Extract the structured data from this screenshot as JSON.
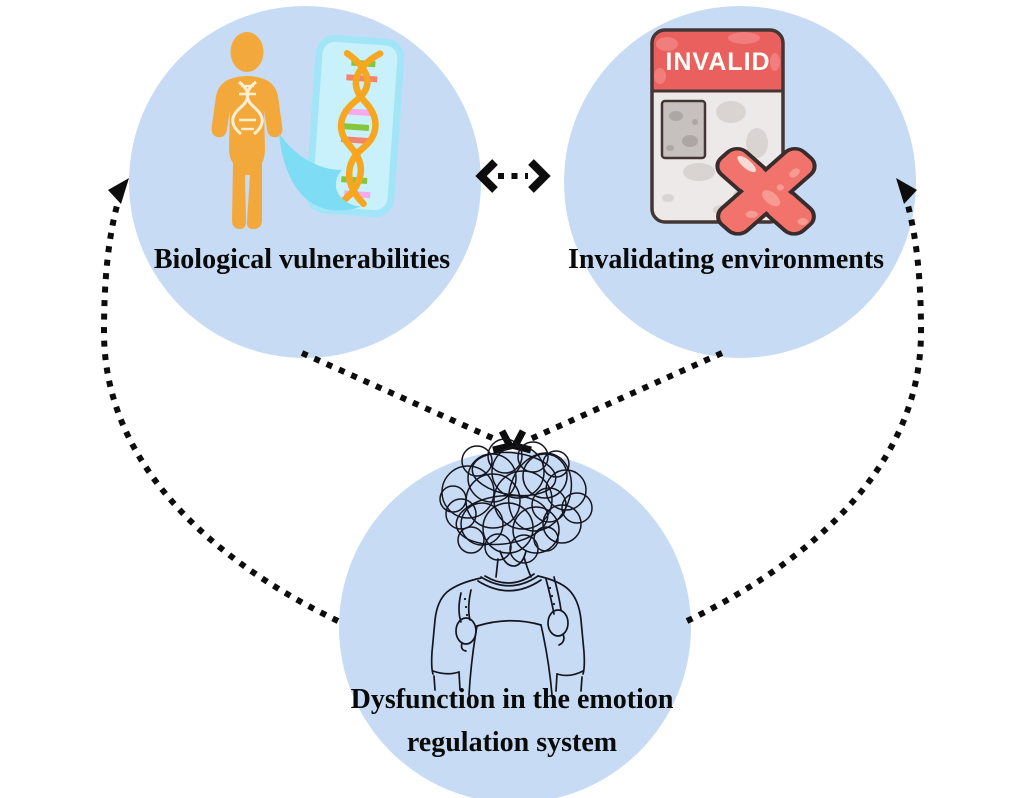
{
  "diagram": {
    "type": "concept-diagram",
    "background": "#ffffff",
    "nodes": [
      {
        "id": "biological-vulnerabilities",
        "label": "Biological vulnerabilities",
        "icon": "person-dna-icon"
      },
      {
        "id": "invalidating-environments",
        "label": "Invalidating environments",
        "icon": "invalid-document-icon",
        "document_stamp_text": "INVALID"
      },
      {
        "id": "emotion-dysregulation",
        "label_line1": "Dysfunction in the emotion",
        "label_line2": "regulation system",
        "icon": "tangled-mind-person-icon"
      }
    ],
    "edges": [
      {
        "from": "biological-vulnerabilities",
        "to": "invalidating-environments",
        "direction": "bidirectional",
        "style": "dotted"
      },
      {
        "from": "biological-vulnerabilities",
        "to": "emotion-dysregulation",
        "direction": "one-way",
        "style": "dotted"
      },
      {
        "from": "invalidating-environments",
        "to": "emotion-dysregulation",
        "direction": "one-way",
        "style": "dotted"
      },
      {
        "from": "emotion-dysregulation",
        "to": "biological-vulnerabilities",
        "direction": "one-way",
        "style": "dotted-curved"
      },
      {
        "from": "emotion-dysregulation",
        "to": "invalidating-environments",
        "direction": "one-way",
        "style": "dotted-curved"
      }
    ],
    "colors": {
      "node_fill": "#c7dcf4",
      "arrow": "#0d0d0d",
      "label_text": "#0a0a0a",
      "person": "#f3a83c",
      "dna_card": "#c9f1fb",
      "dna_card_edge": "#a2e5f6",
      "helix": "#f6a61f",
      "rung_green": "#86c53e",
      "rung_salmon": "#f4836e",
      "rung_pink": "#f6a9eb",
      "doc_header": "#e9605f",
      "doc_body": "#ede9e8",
      "doc_outline": "#453636",
      "x_mark": "#f2736c",
      "scribble_line": "#15151f"
    }
  }
}
